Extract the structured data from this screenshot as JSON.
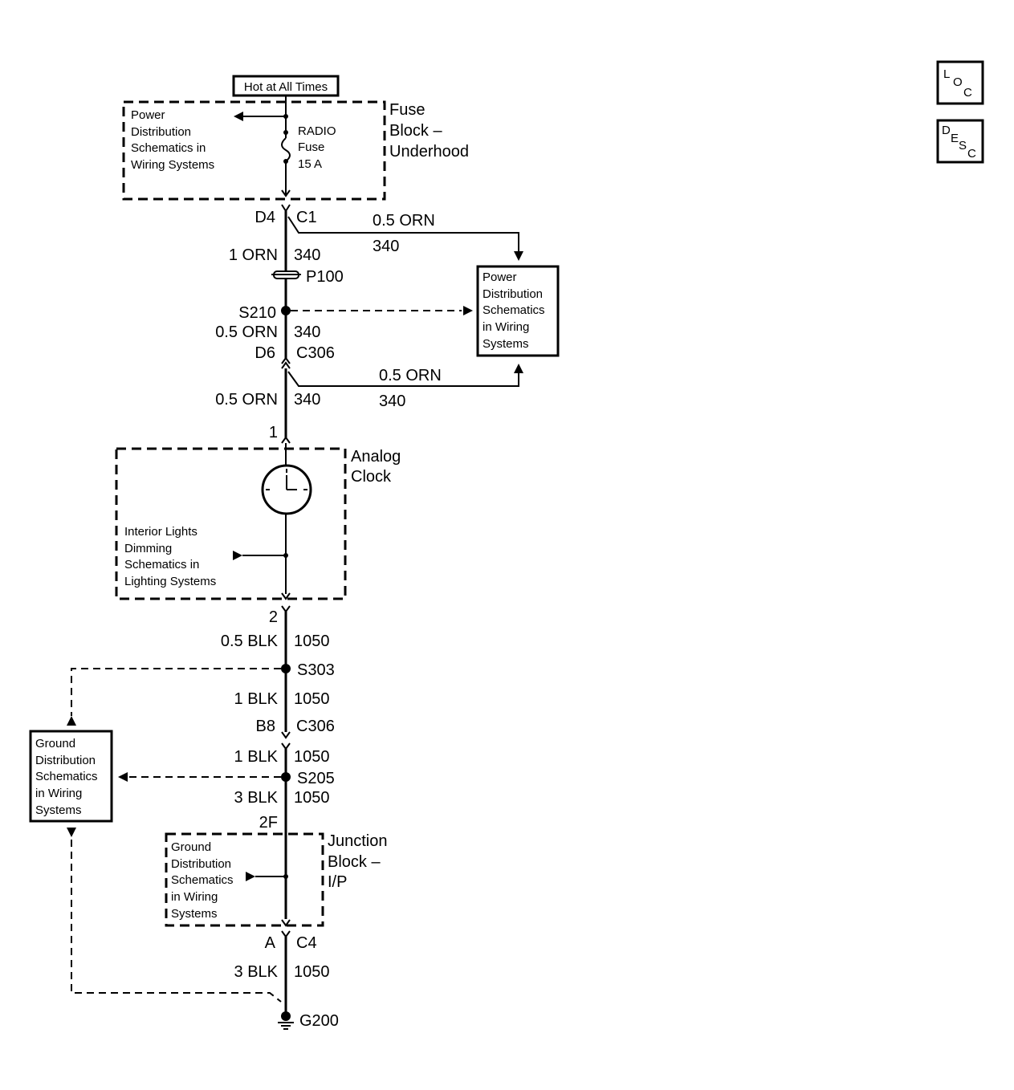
{
  "hot_label": "Hot at All Times",
  "fuse_block": {
    "title": [
      "Fuse",
      "Block –",
      "Underhood"
    ],
    "pds_ref": [
      "Power",
      "Distribution",
      "Schematics in",
      "Wiring Systems"
    ],
    "fuse": [
      "RADIO",
      "Fuse",
      "15 A"
    ]
  },
  "conn_c1": {
    "pin": "D4",
    "name": "C1"
  },
  "wire_1": {
    "size_color": "1 ORN",
    "circuit": "340"
  },
  "branch_c1": {
    "size_color": "0.5 ORN",
    "circuit": "340"
  },
  "pds_box": [
    "Power",
    "Distribution",
    "Schematics",
    "in Wiring",
    "Systems"
  ],
  "p100": "P100",
  "s210": "S210",
  "wire_2": {
    "size_color": "0.5 ORN",
    "circuit": "340"
  },
  "conn_c306_top": {
    "pin": "D6",
    "name": "C306"
  },
  "branch_c306": {
    "size_color": "0.5 ORN",
    "circuit": "340"
  },
  "wire_3": {
    "size_color": "0.5 ORN",
    "circuit": "340"
  },
  "clock": {
    "pin_in": "1",
    "pin_out": "2",
    "title": [
      "Analog",
      "Clock"
    ],
    "dimming_ref": [
      "Interior Lights",
      "Dimming",
      "Schematics in",
      "Lighting Systems"
    ]
  },
  "wire_4": {
    "size_color": "0.5 BLK",
    "circuit": "1050"
  },
  "s303": "S303",
  "wire_5": {
    "size_color": "1 BLK",
    "circuit": "1050"
  },
  "conn_c306_bot": {
    "pin": "B8",
    "name": "C306"
  },
  "wire_6": {
    "size_color": "1 BLK",
    "circuit": "1050"
  },
  "s205": "S205",
  "wire_7": {
    "size_color": "3 BLK",
    "circuit": "1050"
  },
  "gd_box": [
    "Ground",
    "Distribution",
    "Schematics",
    "in Wiring",
    "Systems"
  ],
  "junction_block": {
    "pin": "2F",
    "title": [
      "Junction",
      "Block –",
      "I/P"
    ],
    "gd_ref": [
      "Ground",
      "Distribution",
      "Schematics",
      "in Wiring",
      "Systems"
    ]
  },
  "conn_c4": {
    "pin": "A",
    "name": "C4"
  },
  "wire_8": {
    "size_color": "3 BLK",
    "circuit": "1050"
  },
  "g200": "G200",
  "buttons": {
    "loc": {
      "big": "L",
      "mid": "O",
      "small": "C"
    },
    "desc": {
      "big": "D",
      "mid": "E",
      "mid2": "S",
      "small": "C"
    }
  }
}
